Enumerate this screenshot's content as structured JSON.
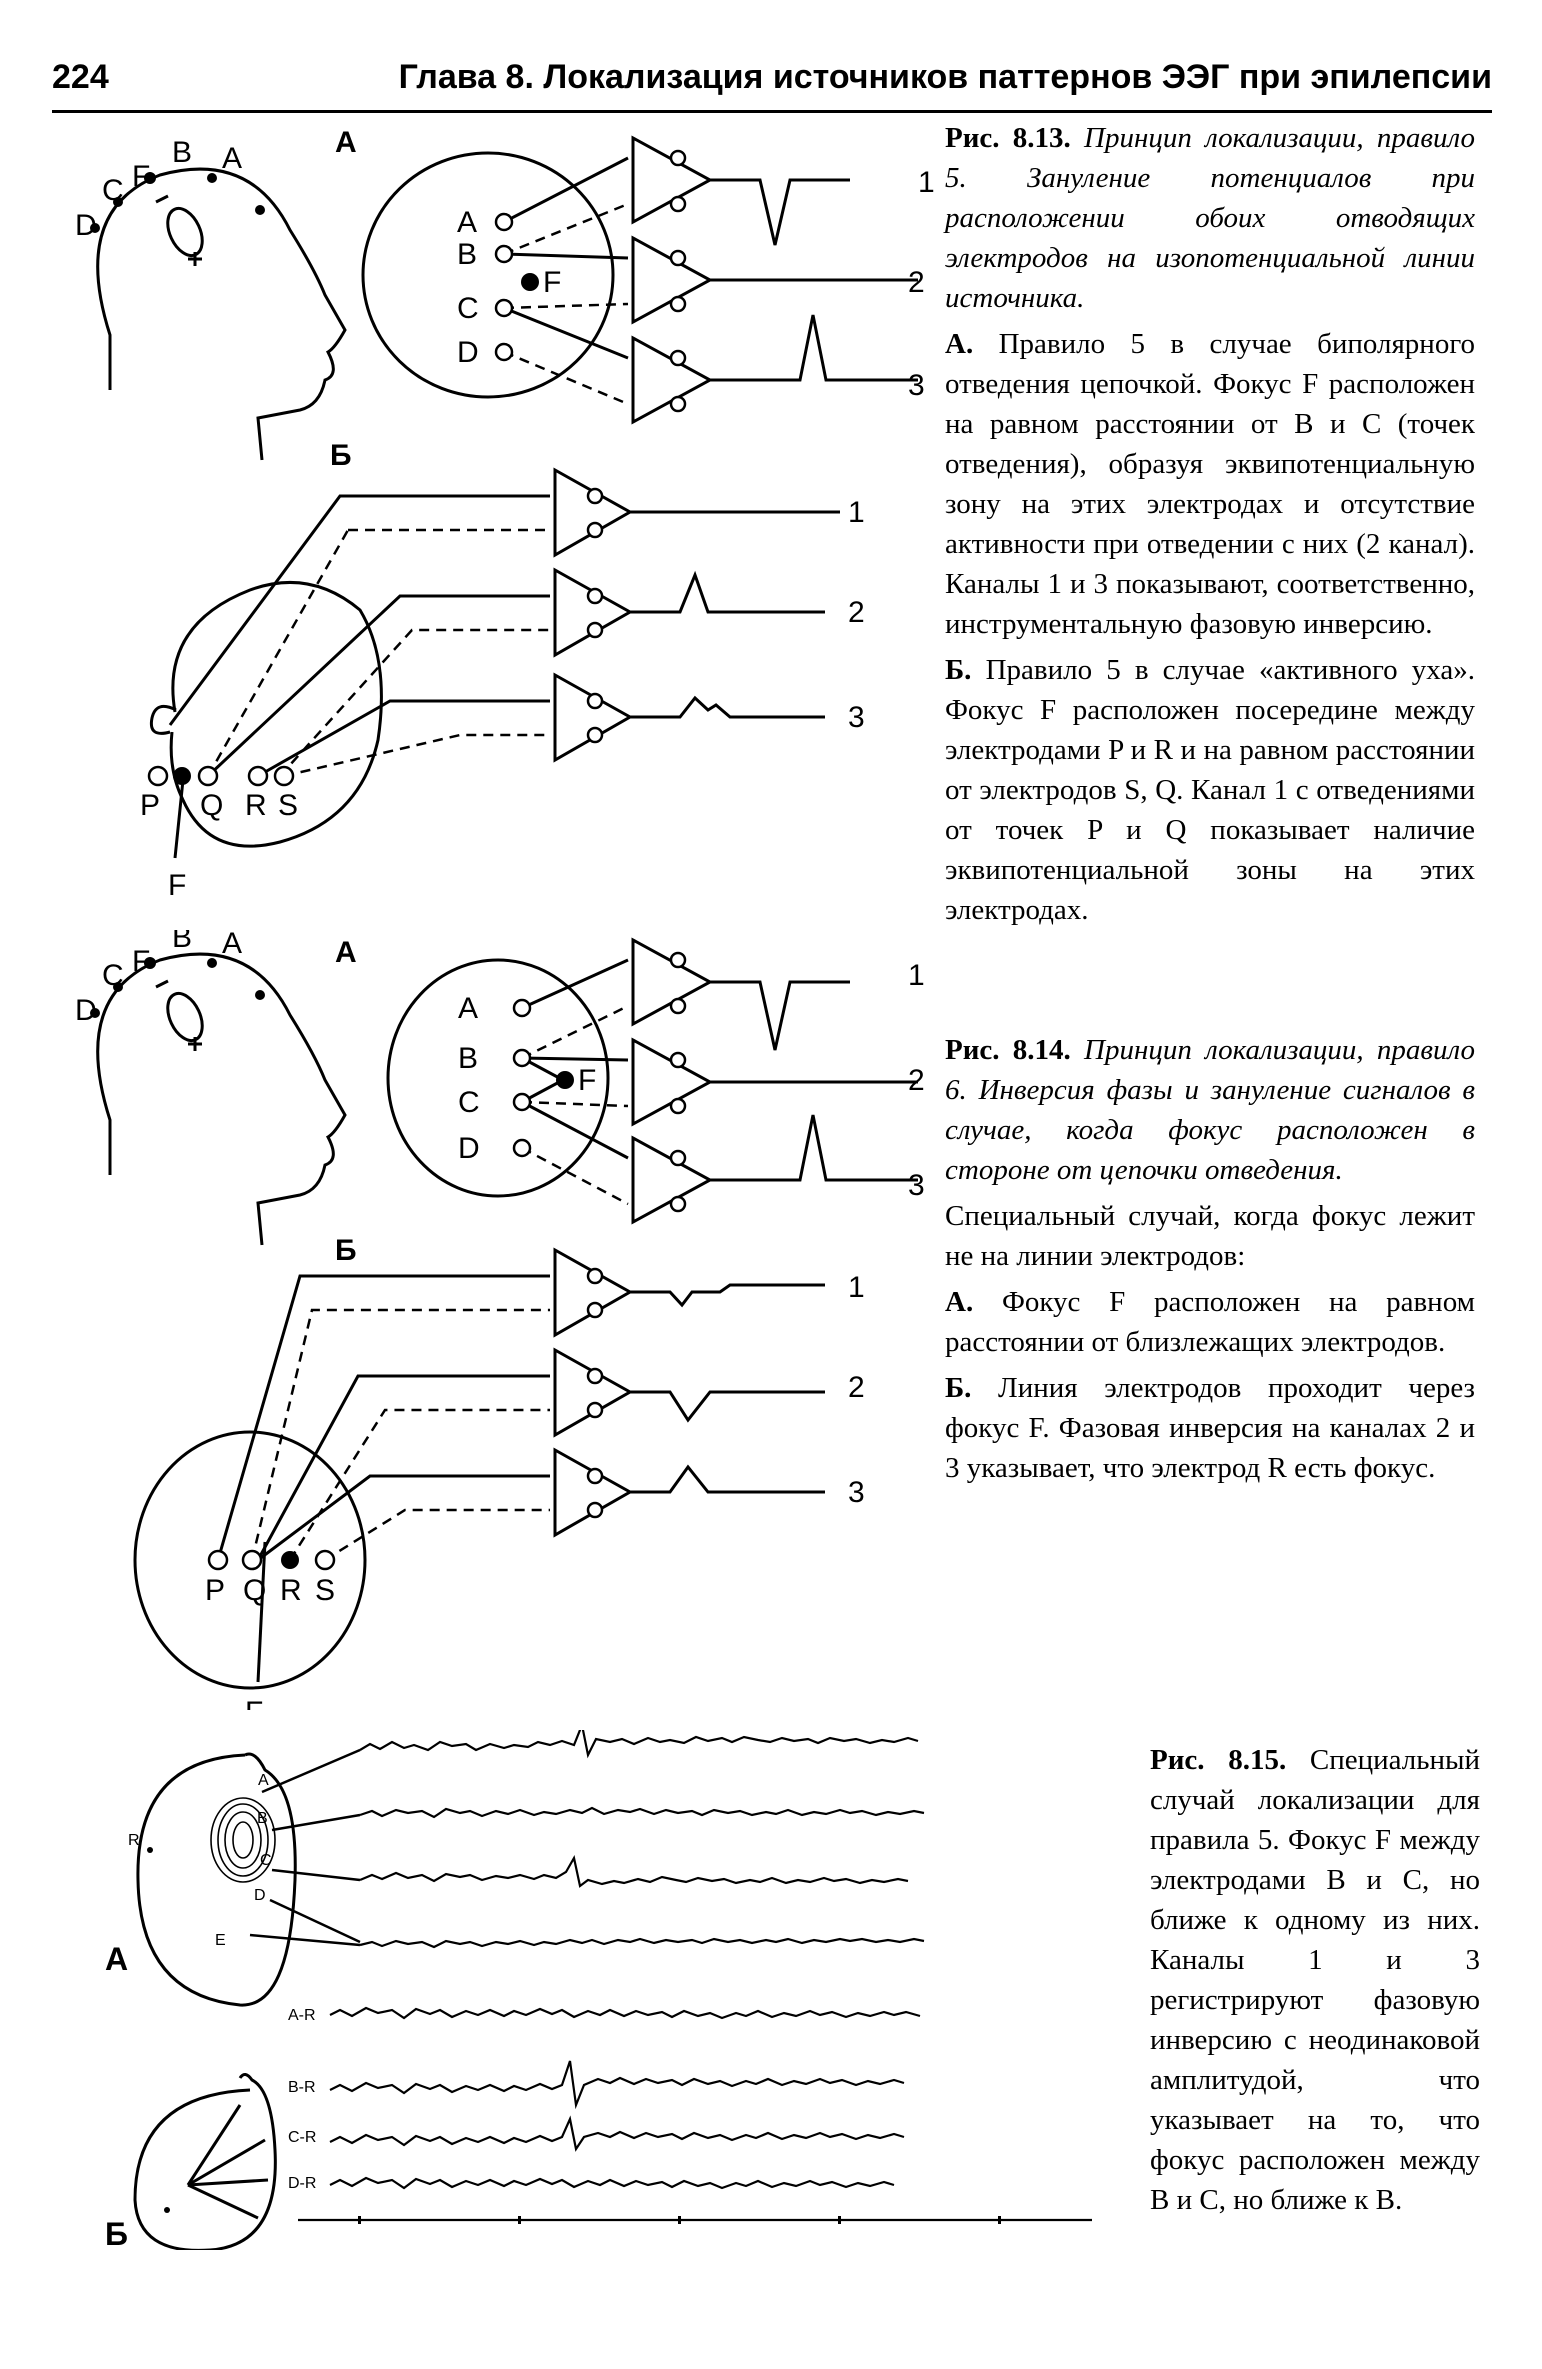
{
  "header": {
    "page_number": "224",
    "chapter_title": "Глава 8. Локализация источников паттернов ЭЭГ при эпилепсии"
  },
  "fig_8_13": {
    "caption_label": "Рис. 8.13.",
    "caption_title": "Принцип локализации, правило 5. Зануление потенциалов при расположении обоих отводящих электродов на изопотенциальной линии источника.",
    "para_a_label": "А.",
    "para_a_text": "Правило 5 в случае биполярного отведения цепочкой. Фокус F расположен на равном расстоянии от В и С (точек отведения), образуя эквипотенциальную зону на этих электродах и отсутствие активности при отведении с них (2 канал). Каналы 1 и 3 показывают, соответственно, инструментальную фазовую инверсию.",
    "para_b_label": "Б.",
    "para_b_text": "Правило 5 в случае «активного уха». Фокус F расположен посередине между электродами P и R и на равном расстоянии от электродов S, Q. Канал 1 с отведениями от точек P и Q показывает наличие эквипотенциальной зоны на этих электродах.",
    "panel_a": "А",
    "panel_b": "Б",
    "head_labels": [
      "C",
      "F",
      "B",
      "A",
      "D"
    ],
    "electrodes_a": [
      "A",
      "B",
      "F",
      "C",
      "D"
    ],
    "electrodes_b": [
      "P",
      "Q",
      "R",
      "S"
    ],
    "focus": "F",
    "channels": [
      "1",
      "2",
      "3"
    ]
  },
  "fig_8_14": {
    "caption_label": "Рис. 8.14.",
    "caption_title": "Принцип локализации, правило 6. Инверсия фазы и зануление сигналов в случае, когда фокус расположен в стороне от цепочки отведения.",
    "special_case": "Специальный случай, когда фокус лежит не на линии электродов:",
    "para_a_label": "А.",
    "para_a_text": "Фокус F расположен на равном расстоянии от близлежащих электродов.",
    "para_b_label": "Б.",
    "para_b_text": "Линия электродов проходит через фокус F. Фазовая инверсия на каналах 2 и 3 указывает, что электрод R есть фокус.",
    "panel_a": "А",
    "panel_b": "Б",
    "head_labels": [
      "C",
      "F",
      "B",
      "A",
      "D"
    ],
    "electrodes_a": [
      "A",
      "B",
      "F",
      "C",
      "D"
    ],
    "electrodes_b": [
      "P",
      "Q",
      "R",
      "S"
    ],
    "focus": "F",
    "channels": [
      "1",
      "2",
      "3"
    ]
  },
  "fig_8_15": {
    "caption_label": "Рис. 8.15.",
    "caption_text": "Специальный случай локализации для правила 5. Фокус F между электродами В и С, но ближе к одному из них. Каналы 1 и 3 регистрируют фазовую инверсию с неодинаковой амплитудой, что указывает на то, что фокус расположен между В и С, но ближе к В.",
    "panel_a": "А",
    "panel_b": "Б",
    "head_a_labels": [
      "A",
      "B",
      "C",
      "D",
      "E",
      "R"
    ],
    "montage_b_labels": [
      "A-R",
      "B-R",
      "C-R",
      "D-R"
    ]
  }
}
